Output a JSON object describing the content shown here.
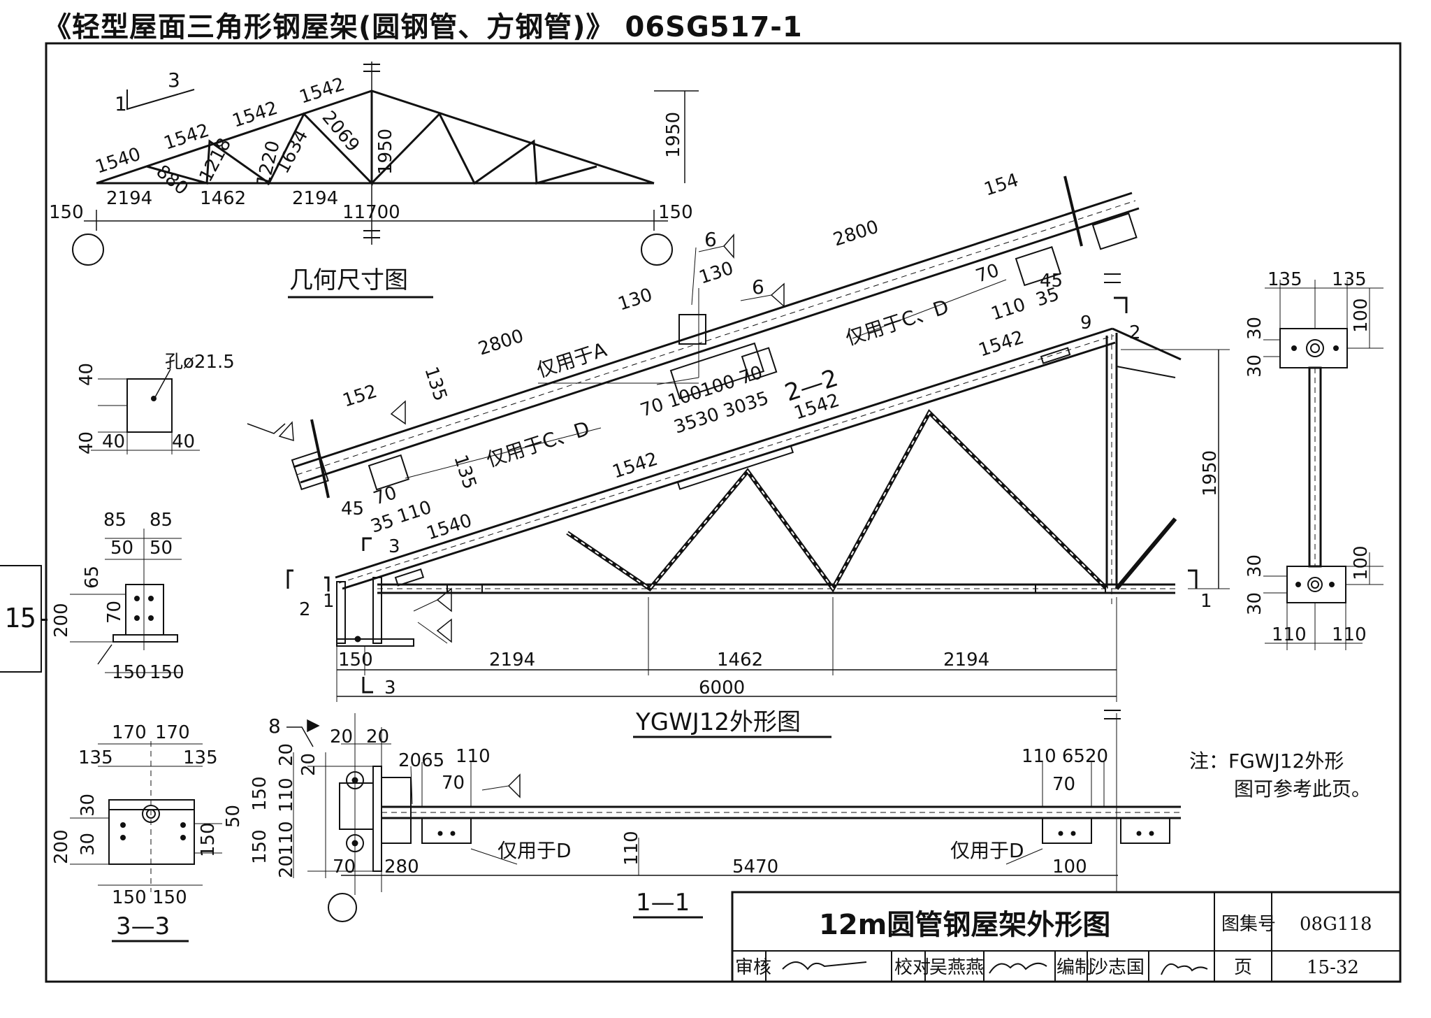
{
  "header": {
    "title": "《轻型屋面三角形钢屋架(圆钢管、方钢管)》 06SG517-1"
  },
  "side_tab": {
    "label": "15-"
  },
  "geometry_view": {
    "title": "几何尺寸图",
    "slope_rise": "1",
    "slope_run": "3",
    "chord_segments": [
      "1540",
      "1542",
      "1542",
      "1542"
    ],
    "web_lengths": [
      "880",
      "1218",
      "1220",
      "1634",
      "2069",
      "1950"
    ],
    "bottom_panels": [
      "2194",
      "1462",
      "2194"
    ],
    "overhang_left": "150",
    "overhang_right": "150",
    "span": "11700",
    "height": "1950"
  },
  "hole_detail": {
    "hole": "孔ø21.5",
    "d1": "40",
    "d2": "40",
    "d3": "40",
    "d4": "40"
  },
  "end_plate_detail": {
    "d85a": "85",
    "d85b": "85",
    "d50a": "50",
    "d50b": "50",
    "d65": "65",
    "d70": "70",
    "d200": "200",
    "d150a": "150",
    "d150b": "150"
  },
  "main_view": {
    "title": "YGWJ12外形图",
    "note_a": "仅用于A",
    "note_cd1": "仅用于C、D",
    "note_cd2": "仅用于C、D",
    "section_2": "2—2",
    "d2800a": "2800",
    "d2800b": "2800",
    "d154": "154",
    "d130a": "130",
    "d130b": "130",
    "d152": "152",
    "d135a": "135",
    "d135b": "135",
    "weld6a": "6",
    "weld6b": "6",
    "d70a": "70",
    "d45a": "45",
    "d110a": "110",
    "d35a": "35",
    "d70b": "70",
    "d45b": "45",
    "d110b": "110",
    "d35b": "35",
    "d9": "9",
    "plate_dims_top": "70 100100 70",
    "plate_dims_bottom": "3530 3035",
    "chord_1542a": "1542",
    "chord_1542b": "1542",
    "chord_1542c": "1542",
    "chord_1540": "1540",
    "d1950": "1950",
    "d150": "150",
    "p2194a": "2194",
    "p1462": "1462",
    "p2194b": "2194",
    "d6000": "6000",
    "cut1": "1",
    "cut2": "2",
    "cut3": "3"
  },
  "right_detail": {
    "d135a": "135",
    "d135b": "135",
    "d100a": "100",
    "d30a": "30",
    "d30b": "30",
    "d100b": "100",
    "d30c": "30",
    "d30d": "30",
    "d110a": "110",
    "d110b": "110"
  },
  "note": {
    "line1": "注：FGWJ12外形",
    "line2": "图可参考此页。"
  },
  "section_3": {
    "title": "3—3",
    "d170a": "170",
    "d170b": "170",
    "d135a": "135",
    "d135b": "135",
    "d30a": "30",
    "d30b": "30",
    "d200": "200",
    "d50": "50",
    "d150v": "150",
    "d150a": "150",
    "d150b": "150"
  },
  "section_1": {
    "title": "1—1",
    "weld8": "8",
    "d20a": "20",
    "d20b": "20",
    "d20v": "20",
    "d150v": "150",
    "d150v2": "150",
    "d20v2": "20",
    "d110a": "110",
    "d110b": "110",
    "d20c": "20",
    "d2065": "2065",
    "d110c": "110",
    "d70a": "70",
    "d1106520": "110 6520",
    "d70b": "70",
    "d70c": "70",
    "d280": "280",
    "d110v": "110",
    "d5470": "5470",
    "d100": "100",
    "note_d1": "仅用于D",
    "note_d2": "仅用于D"
  },
  "title_block": {
    "drawing_title": "12m圆管钢屋架外形图",
    "atlas_label": "图集号",
    "atlas_no": "08G118",
    "review_label": "审核",
    "check_label": "校对",
    "checker": "吴燕燕",
    "draw_label": "编制",
    "drafter": "沙志国",
    "page_label": "页",
    "page_no": "15-32"
  }
}
